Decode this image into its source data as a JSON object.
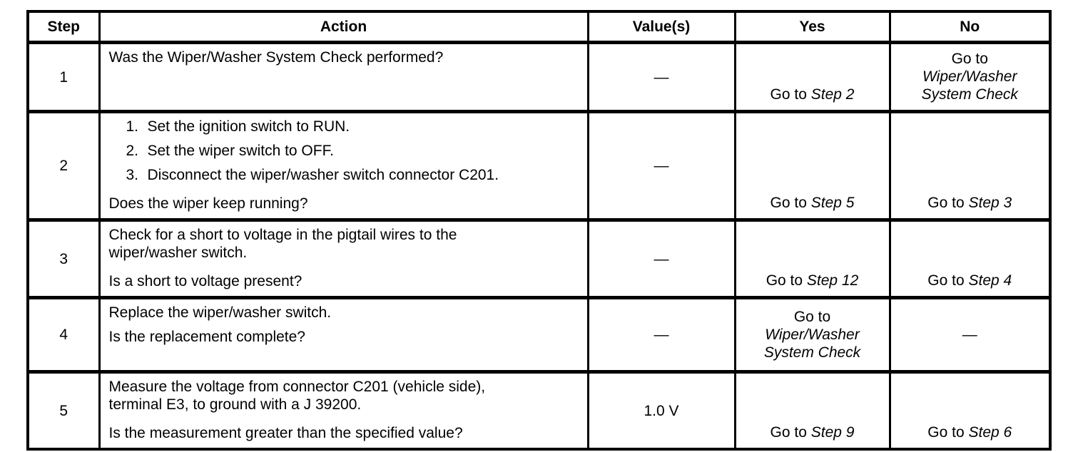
{
  "colors": {
    "ink": "#000000",
    "paper": "#ffffff"
  },
  "table": {
    "headers": {
      "step": "Step",
      "action": "Action",
      "values": "Value(s)",
      "yes": "Yes",
      "no": "No"
    },
    "rows": [
      {
        "step": "1",
        "action": {
          "lines": [
            "Was the Wiper/Washer System Check performed?"
          ]
        },
        "value": "—",
        "yes": {
          "goto": "Go to ",
          "step": "Step 2"
        },
        "no": {
          "goto": "Go to",
          "ref1": "Wiper/Washer",
          "ref2": "System Check"
        }
      },
      {
        "step": "2",
        "action": {
          "list": [
            {
              "num": "1.",
              "text": "Set the ignition switch to RUN."
            },
            {
              "num": "2.",
              "text": "Set the wiper switch to OFF."
            },
            {
              "num": "3.",
              "text": "Disconnect the wiper/washer switch connector C201."
            }
          ],
          "question": "Does the wiper keep running?"
        },
        "value": "—",
        "yes": {
          "goto": "Go to ",
          "step": "Step 5"
        },
        "no": {
          "goto": "Go to ",
          "step": "Step 3"
        }
      },
      {
        "step": "3",
        "action": {
          "lines": [
            "Check for a short to voltage in the pigtail wires to the",
            "wiper/washer switch."
          ],
          "question": "Is a short to voltage present?"
        },
        "value": "—",
        "yes": {
          "goto": "Go to ",
          "step": "Step 12"
        },
        "no": {
          "goto": "Go to ",
          "step": "Step 4"
        }
      },
      {
        "step": "4",
        "action": {
          "lines": [
            "Replace the wiper/washer switch."
          ],
          "question": "Is the replacement complete?"
        },
        "value": "—",
        "yes": {
          "goto": "Go to",
          "ref1": "Wiper/Washer",
          "ref2": "System Check"
        },
        "no": {
          "dash": "—"
        }
      },
      {
        "step": "5",
        "action": {
          "lines": [
            "Measure the voltage from connector C201 (vehicle side),",
            "terminal E3, to ground with a J 39200."
          ],
          "question": "Is the measurement greater than the specified value?"
        },
        "value": "1.0 V",
        "yes": {
          "goto": "Go to ",
          "step": "Step 9"
        },
        "no": {
          "goto": "Go to ",
          "step": "Step 6"
        }
      }
    ]
  }
}
